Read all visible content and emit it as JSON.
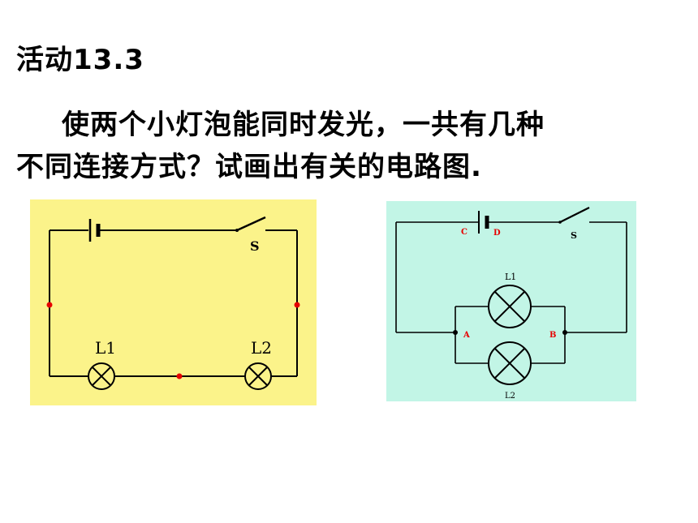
{
  "slide": {
    "title": "活动13.3",
    "question_line1": "使两个小灯泡能同时发光，一共有几种",
    "question_line2": "不同连接方式？试画出有关的电路图."
  },
  "series_circuit": {
    "background": "#FBF38A",
    "switch_label": "S",
    "lamp1_label": "L1",
    "lamp2_label": "L2",
    "junction_color": "#E60000"
  },
  "parallel_circuit": {
    "background": "#C2F5E6",
    "battery_left_label": "C",
    "battery_right_label": "D",
    "switch_label": "S",
    "lamp1_label": "L1",
    "lamp2_label": "L2",
    "node_a_label": "A",
    "node_b_label": "B",
    "point_label_color": "#E60000"
  }
}
